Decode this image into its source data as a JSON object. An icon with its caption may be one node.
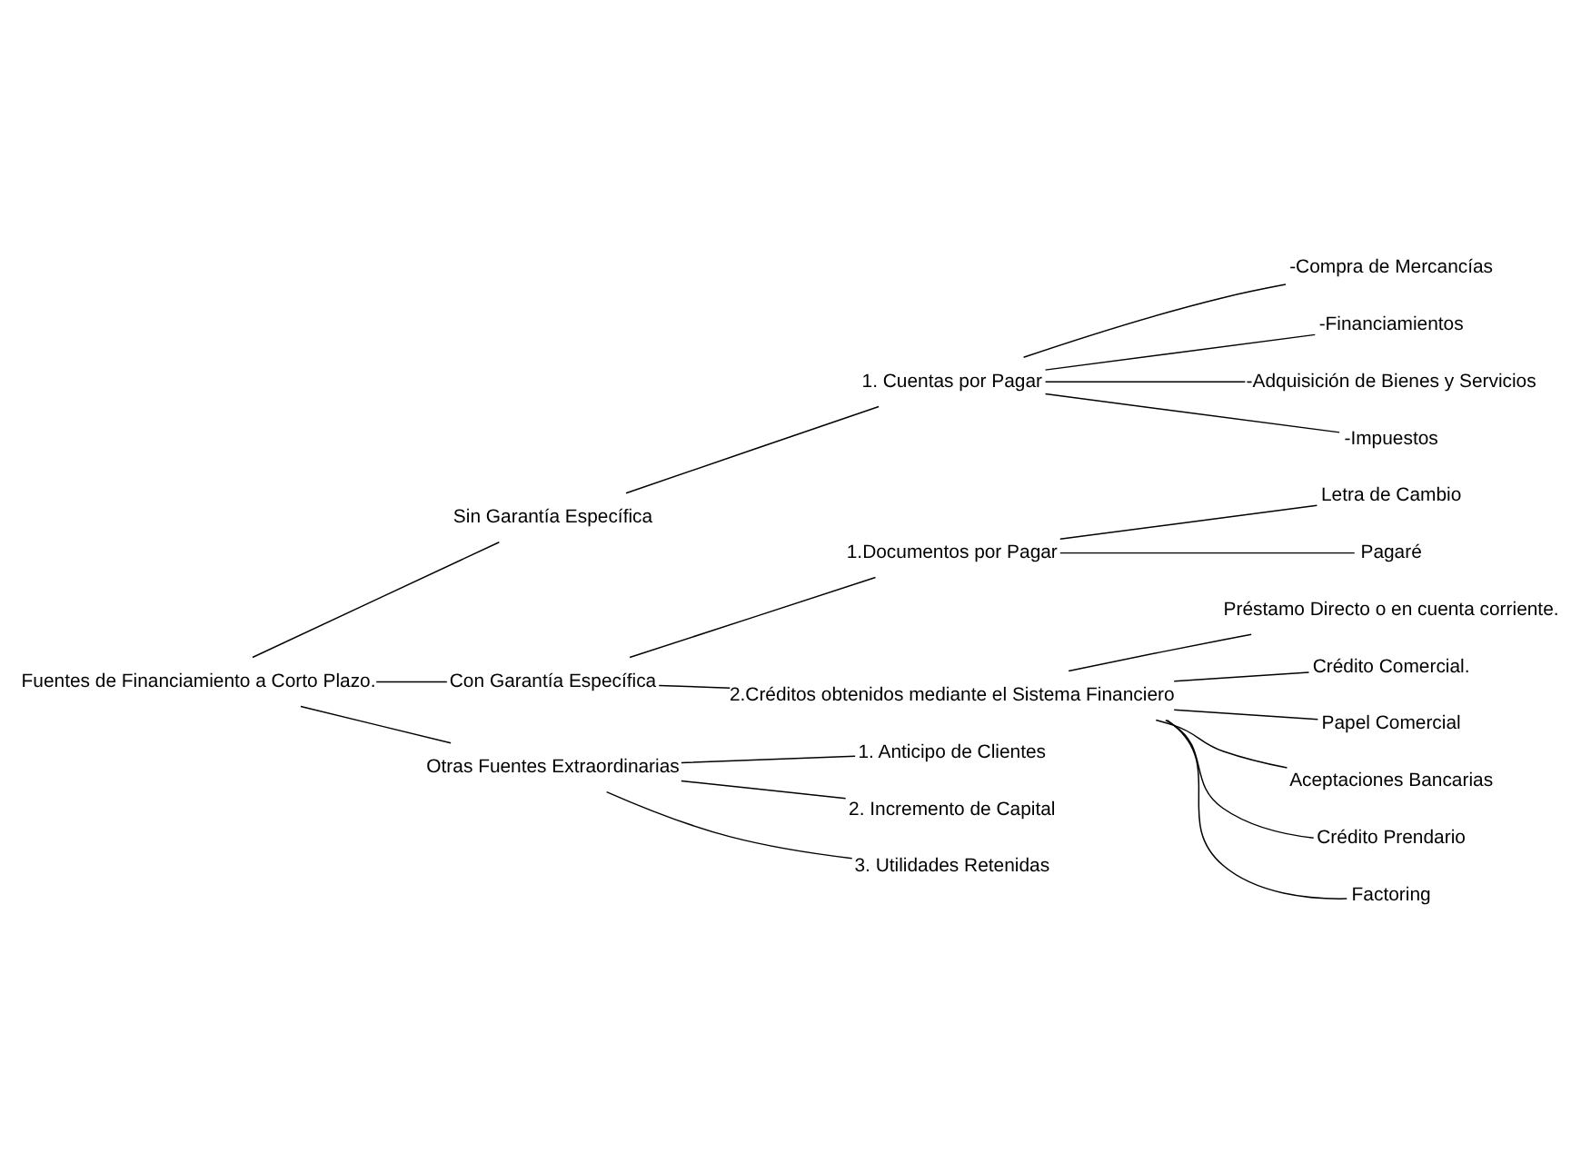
{
  "diagram": {
    "nodes": [
      {
        "text": [
          "Fuentes de Financiamiento a Corto Plazo."
        ]
      },
      {
        "text": [
          "Sin Garantía Específica"
        ]
      },
      {
        "text": [
          "1. Cuentas por Pagar"
        ]
      },
      {
        "text": [
          "-Compra de Mercancías"
        ]
      },
      {
        "text": [
          "-Financiamientos"
        ]
      },
      {
        "text": [
          "-Adquisición de Bienes y Servicios"
        ]
      },
      {
        "text": [
          "-Impuestos"
        ]
      },
      {
        "text": [
          "Con Garantía Específica"
        ]
      },
      {
        "text": [
          "1.Documentos por Pagar"
        ]
      },
      {
        "text": [
          "Letra de Cambio"
        ]
      },
      {
        "text": [
          "Pagaré"
        ]
      },
      {
        "text": [
          "2.Créditos obtenidos mediante el Sistema Financiero"
        ]
      },
      {
        "text": [
          "Préstamo Directo o en cuenta corriente."
        ]
      },
      {
        "text": [
          "Crédito Comercial."
        ]
      },
      {
        "text": [
          "Papel Comercial"
        ]
      },
      {
        "text": [
          "Aceptaciones Bancarias"
        ]
      },
      {
        "text": [
          "Crédito Prendario"
        ]
      },
      {
        "text": [
          "Factoring"
        ]
      },
      {
        "text": [
          "Otras Fuentes Extraordinarias"
        ]
      },
      {
        "text": [
          "1. Anticipo de Clientes"
        ]
      },
      {
        "text": [
          "2. Incremento de Capital"
        ]
      },
      {
        "text": [
          "3. Utilidades Retenidas"
        ]
      }
    ],
    "edges": [
      {
        "from": 0,
        "to": 1,
        "arrow": "none"
      },
      {
        "from": 0,
        "to": 7,
        "arrow": "none"
      },
      {
        "from": 0,
        "to": 18,
        "arrow": "none"
      },
      {
        "from": 1,
        "to": 2,
        "arrow": "none"
      },
      {
        "from": 2,
        "to": 3,
        "arrow": "none"
      },
      {
        "from": 2,
        "to": 4,
        "arrow": "none"
      },
      {
        "from": 2,
        "to": 5,
        "arrow": "none"
      },
      {
        "from": 2,
        "to": 6,
        "arrow": "none"
      },
      {
        "from": 7,
        "to": 8,
        "arrow": "none"
      },
      {
        "from": 7,
        "to": 11,
        "arrow": "none"
      },
      {
        "from": 8,
        "to": 9,
        "arrow": "none"
      },
      {
        "from": 8,
        "to": 10,
        "arrow": "none"
      },
      {
        "from": 11,
        "to": 12,
        "arrow": "none"
      },
      {
        "from": 11,
        "to": 13,
        "arrow": "none"
      },
      {
        "from": 11,
        "to": 14,
        "arrow": "none"
      },
      {
        "from": 11,
        "to": 15,
        "arrow": "none"
      },
      {
        "from": 11,
        "to": 16,
        "arrow": "none"
      },
      {
        "from": 11,
        "to": 17,
        "arrow": "none"
      },
      {
        "from": 18,
        "to": 19,
        "arrow": "none"
      },
      {
        "from": 18,
        "to": 20,
        "arrow": "none"
      },
      {
        "from": 18,
        "to": 21,
        "arrow": "none"
      }
    ]
  }
}
